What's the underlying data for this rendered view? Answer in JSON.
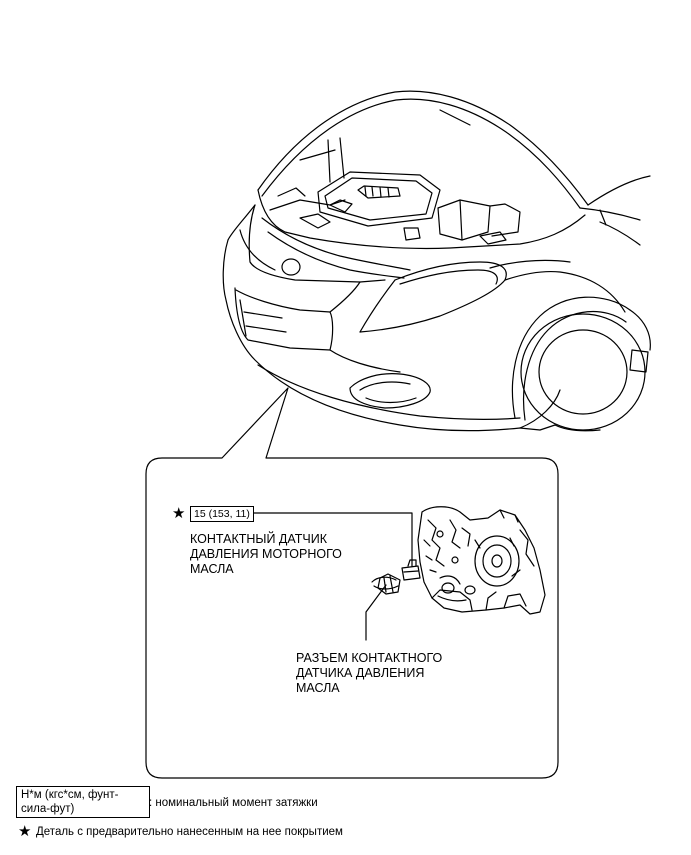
{
  "callout": {
    "torque": "15 (153, 11)",
    "sensor_label": "КОНТАКТНЫЙ ДАТЧИК\nДАВЛЕНИЯ МОТОРНОГО\nМАСЛА",
    "connector_label": "РАЗЪЕМ КОНТАКТНОГО\nДАТЧИКА ДАВЛЕНИЯ\nМАСЛА",
    "star_symbol": "★"
  },
  "legend": {
    "unit_box": "Н*м (кгс*см, фунт-\nсила-фут)",
    "unit_desc": ": номинальный момент затяжки",
    "star_symbol": "★",
    "star_desc": "Деталь с предварительно нанесенным на нее покрытием"
  }
}
